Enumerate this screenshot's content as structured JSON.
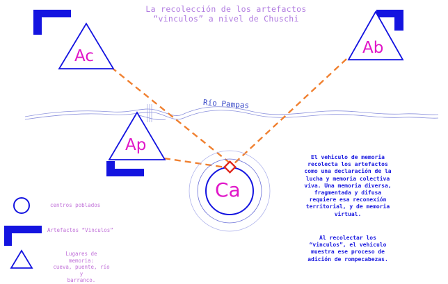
{
  "title": {
    "line1": "La recolección de los artefactos",
    "line2": "“vinculos” a nivel de Chuschi"
  },
  "river": {
    "label": "Río Pampas"
  },
  "nodes": {
    "ac": "Ac",
    "ab": "Ab",
    "ap": "Ap",
    "ca": "Ca"
  },
  "description": {
    "paragraph1": [
      "El vehiculo de memoria",
      "recolecta los artefactos",
      "como una declaración de la",
      "lucha y memoria colectiva",
      "viva. Una memoria diversa,",
      "fragmentada y difusa",
      "requiere esa reconexión",
      "territorial, y de memoria",
      "virtual."
    ],
    "paragraph2": [
      "Al recolectar los",
      "“vinculos”, el vehiculo",
      "muestra ese proceso de",
      "adición de rompecabezas."
    ]
  },
  "legend": {
    "circle": "centros poblados",
    "corner": "Artefactos “Vinculos”",
    "triangle": [
      "Lugares de memoria:",
      "cueva, puente, río y",
      "barranco."
    ]
  },
  "colors": {
    "blue": "#1414e0",
    "magenta": "#e016c8",
    "orange": "#f08030",
    "red": "#e0281e",
    "river": "#8a90dc",
    "title": "#b07be0"
  }
}
